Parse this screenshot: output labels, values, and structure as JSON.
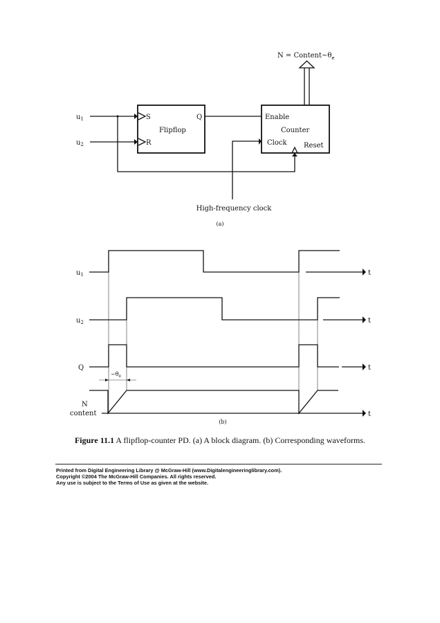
{
  "block_diagram": {
    "output_label": "N = Content~θ",
    "output_subscript": "e",
    "input1": "u",
    "input1_sub": "1",
    "input2": "u",
    "input2_sub": "2",
    "flipflop": {
      "title": "Flipflop",
      "set": "S",
      "reset": "R",
      "output": "Q"
    },
    "counter": {
      "title": "Counter",
      "enable": "Enable",
      "clock": "Clock",
      "reset": "Reset"
    },
    "clock_label": "High-frequency clock",
    "sublabel": "(a)"
  },
  "waveforms": {
    "signals": [
      {
        "label": "u",
        "sub": "1"
      },
      {
        "label": "u",
        "sub": "2"
      },
      {
        "label": "Q",
        "sub": ""
      },
      {
        "label": "N",
        "sub": "content"
      }
    ],
    "axis_label": "t",
    "theta_label": "~θ",
    "theta_sub": "e",
    "sublabel": "(b)"
  },
  "caption": {
    "figure_label": "Figure 11.1",
    "text": " A flipflop-counter PD. (a) A block diagram. (b) Corresponding waveforms."
  },
  "footer": {
    "line1": "Printed from Digital Engineering Library @ McGraw-Hill (www.Digitalengineeringlibrary.com).",
    "line2": "Copyright ©2004 The McGraw-Hill Companies. All rights reserved.",
    "line3": "Any use is subject to the Terms of Use as given at the website."
  }
}
